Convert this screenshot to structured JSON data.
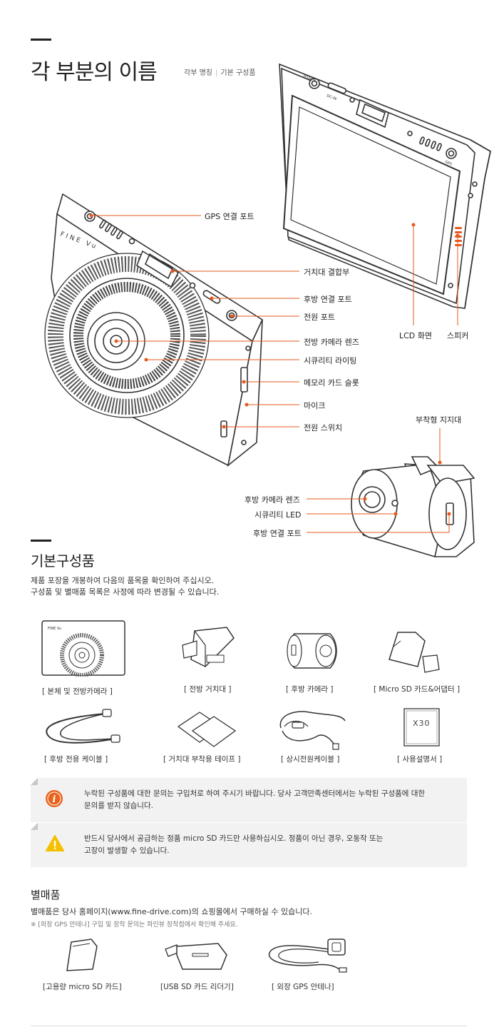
{
  "section1": {
    "title": "각 부분의 이름",
    "breadcrumb": [
      "각부 명칭",
      "기본 구성품"
    ],
    "labels": {
      "gps_port": "GPS 연결 포트",
      "mount_joint": "거치대 결합부",
      "rear_port": "후방 연결 포트",
      "power_port": "전원 포트",
      "front_lens": "전방 카메라 렌즈",
      "security_lighting": "시큐리티 라이팅",
      "memory_slot": "메모리 카드 슬롯",
      "mic": "마이크",
      "power_switch": "전원 스위치",
      "lcd": "LCD 화면",
      "speaker": "스피커",
      "mount_bracket": "부착형 지지대",
      "rear_lens": "후방 카메라 렌즈",
      "security_led": "시큐리티 LED",
      "rear_connect": "후방 연결 포트"
    },
    "device_text": {
      "brand": "FINE Vu",
      "power": "POWER",
      "dc_in": "DC-IN",
      "gps": "GPS"
    }
  },
  "section2": {
    "title": "기본구성품",
    "desc_line1": "제품 포장을 개봉하여 다음의 품목을 확인하여 주십시오.",
    "desc_line2": "구성품 및 별매품 목록은 사정에 따라 변경될 수 있습니다.",
    "items": [
      "[ 본체 및 전방카메라 ]",
      "[ 전방 거치대 ]",
      "[ 후방 카메라 ]",
      "[ Micro SD 카드&어댑터 ]",
      "[ 후방 전용 케이블 ]",
      "[ 거치대 부착용 테이프 ]",
      "[ 상시전원케이블 ]",
      "[ 사용설명서 ]"
    ],
    "manual_label": "X30",
    "notice1_line1": "누락된 구성품에 대한 문의는 구입처로 하여 주시기 바랍니다. 당사 고객만족센터에서는 누락된 구성품에 대한",
    "notice1_line2": "문의를 받지 않습니다.",
    "notice2_line1": "반드시 당사에서 공급하는 정품 micro SD 카드만 사용하십시오. 정품이 아닌 경우, 오동작 또는",
    "notice2_line2": "고장이 발생할 수 있습니다."
  },
  "section3": {
    "title": "별매품",
    "desc": "별매품은 당사 홈페이지(www.fine-drive.com)의 쇼핑몰에서 구매하실 수 있습니다.",
    "note": "※ [외장 GPS 안테나] 구입 및 장착 문의는 파인뷰 장착점에서 확인해 주세요.",
    "items": [
      "[고용량 micro SD 카드]",
      "[USB SD 카드 리더기]",
      "[ 외장 GPS 안테나]"
    ]
  },
  "colors": {
    "accent": "#e65a1e",
    "info_icon": "#e8641e",
    "warn_icon": "#f5c000",
    "notice_bg": "#f2f2f2"
  }
}
